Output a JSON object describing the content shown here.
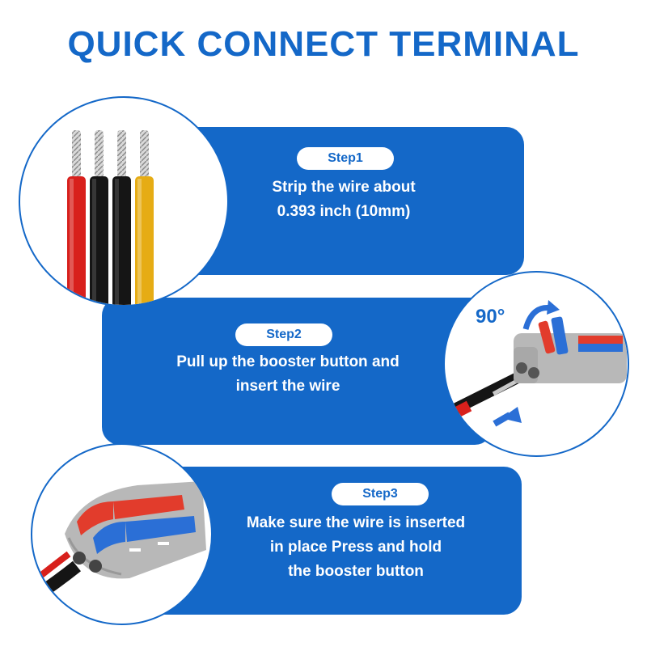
{
  "title": "QUICK CONNECT TERMINAL",
  "steps": [
    {
      "label": "Step1",
      "lines": [
        "Strip the wire about",
        "0.393 inch (10mm)"
      ]
    },
    {
      "label": "Step2",
      "lines": [
        "Pull up the booster button and",
        "insert the wire"
      ]
    },
    {
      "label": "Step3",
      "lines": [
        "Make sure the wire is inserted",
        "in place Press and hold",
        "the booster button"
      ]
    }
  ],
  "angle_label": "90°",
  "colors": {
    "accent": "#1468c8",
    "wire_red": "#d8201c",
    "wire_black": "#151515",
    "wire_yellow": "#e6ac14",
    "lever_blue": "#2b6fd6",
    "lever_red": "#e23c2c",
    "housing_gray": "#b8b8b8"
  },
  "icons": [
    "rotate-arrow-icon",
    "insert-arrow-icon"
  ]
}
